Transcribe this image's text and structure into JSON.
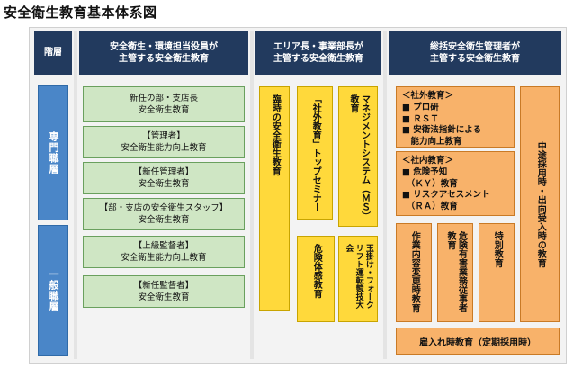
{
  "title": "安全衛生教育基本体系図",
  "headers": {
    "level": "階層",
    "col1": [
      "安全衛生・環境担当役員が",
      "主管する安全衛生教育"
    ],
    "col2": [
      "エリア長・事業部長が",
      "主管する安全衛生教育"
    ],
    "col3": [
      "総括安全衛生管理者が",
      "主管する安全衛生教育"
    ]
  },
  "levels": {
    "specialist": "専門職層",
    "general": "一般職層"
  },
  "col1_boxes": [
    [
      "新任の部・支店長",
      "安全衛生教育"
    ],
    [
      "【管理者】",
      "安全衛生能力向上教育"
    ],
    [
      "【新任管理者】",
      "安全衛生教育"
    ],
    [
      "【部・支店の安全衛生スタッフ】",
      "安全衛生教育"
    ],
    [
      "【上級監督者】",
      "安全衛生能力向上教育"
    ],
    [
      "【新任監督者】",
      "安全衛生教育"
    ]
  ],
  "col2": {
    "temporary": "臨時の安全衛生教育",
    "top_seminar": "「社外教育」トップセミナー",
    "ms_education": "マネジメントシステム（ＭＳ）教育",
    "danger_sense": "危険体感教育",
    "forklift": "玉掛け・フォークリフト運転競技大会"
  },
  "col3": {
    "external": {
      "heading": "＜社外教育＞",
      "items": [
        "■ プロ研",
        "■ ＲＳＴ",
        "■ 安衛法指針による",
        "　能力向上教育"
      ]
    },
    "internal": {
      "heading": "＜社内教育＞",
      "items": [
        "■ 危険予知",
        "　（ＫＹ）教育",
        "■ リスクアセスメント",
        "　（ＲＡ）教育"
      ]
    },
    "mid_career": "中途採用時・出向受入時の教育",
    "job_change": "作業内容変更時教育",
    "hazard_work": "危険有害業務従事者教育",
    "special": "特別教育",
    "hiring": "雇入れ時教育（定期採用時）"
  }
}
